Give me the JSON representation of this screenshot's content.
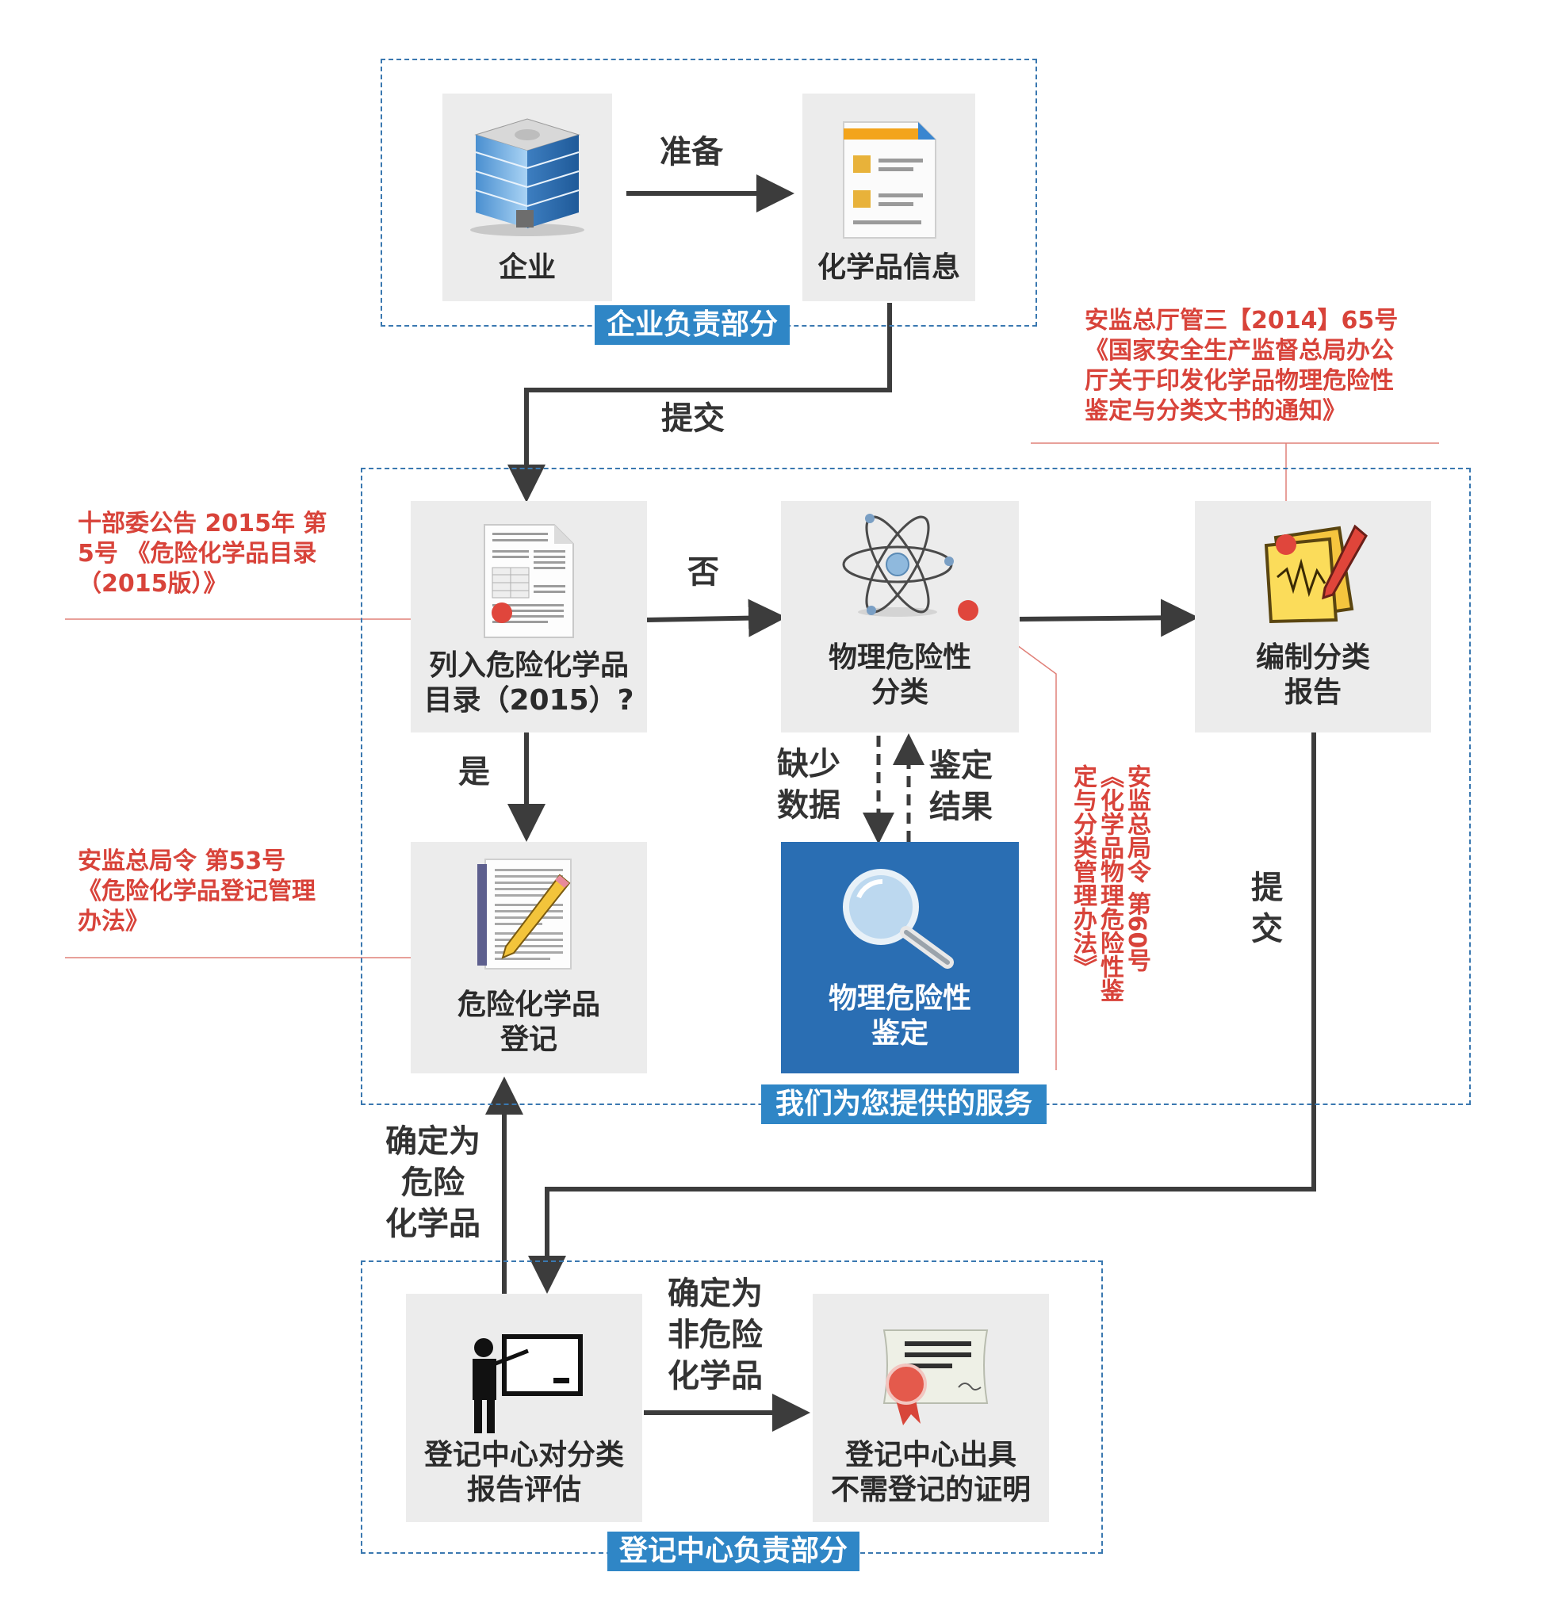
{
  "regions": {
    "enterprise": "企业负责部分",
    "service": "我们为您提供的服务",
    "registry": "登记中心负责部分"
  },
  "nodes": {
    "enterprise": "企业",
    "chem_info": "化学品信息",
    "in_catalog": "列入危险化学品\n目录（2015）?",
    "physical_classify": "物理危险性\n分类",
    "compile_report": "编制分类\n报告",
    "hazard_register": "危险化学品\n登记",
    "physical_identify": "物理危险性\n鉴定",
    "evaluate": "登记中心对分类\n报告评估",
    "certificate": "登记中心出具\n不需登记的证明"
  },
  "flows": {
    "prepare": "准备",
    "submit_1": "提交",
    "no": "否",
    "yes": "是",
    "missing_data": "缺少\n数据",
    "identify_result": "鉴定\n结果",
    "submit_2": "提\n交",
    "confirmed_hazard": "确定为\n危险\n化学品",
    "confirmed_nonhazard": "确定为\n非危险\n化学品"
  },
  "references": {
    "ref_65": "安监总厅管三【2014】65号\n《国家安全生产监督总局办公\n厅关于印发化学品物理危险性\n鉴定与分类文书的通知》",
    "ref_catalog": "十部委公告 2015年 第\n5号 《危险化学品目录\n（2015版）》",
    "ref_53": "安监总局令 第53号\n《危险化学品登记管理\n办法》",
    "ref_60": "安监总局令 第60号\n《化学品物理危险性鉴\n定与分类管理办法》"
  },
  "icons": {
    "enterprise": "office-building-icon",
    "chem_info": "document-list-icon",
    "in_catalog": "text-document-icon",
    "physical_classify": "atom-icon",
    "compile_report": "notes-pencil-icon",
    "hazard_register": "document-pencil-icon",
    "physical_identify": "magnifier-icon",
    "evaluate": "teacher-board-icon",
    "certificate": "certificate-ribbon-icon"
  },
  "colors": {
    "region_border": "#3a78b0",
    "region_label": "#2f86c6",
    "node_bg": "#ececec",
    "node_highlight": "#2a6eb3",
    "reference_text": "#d8433a",
    "arrow": "#3c3c3c"
  }
}
